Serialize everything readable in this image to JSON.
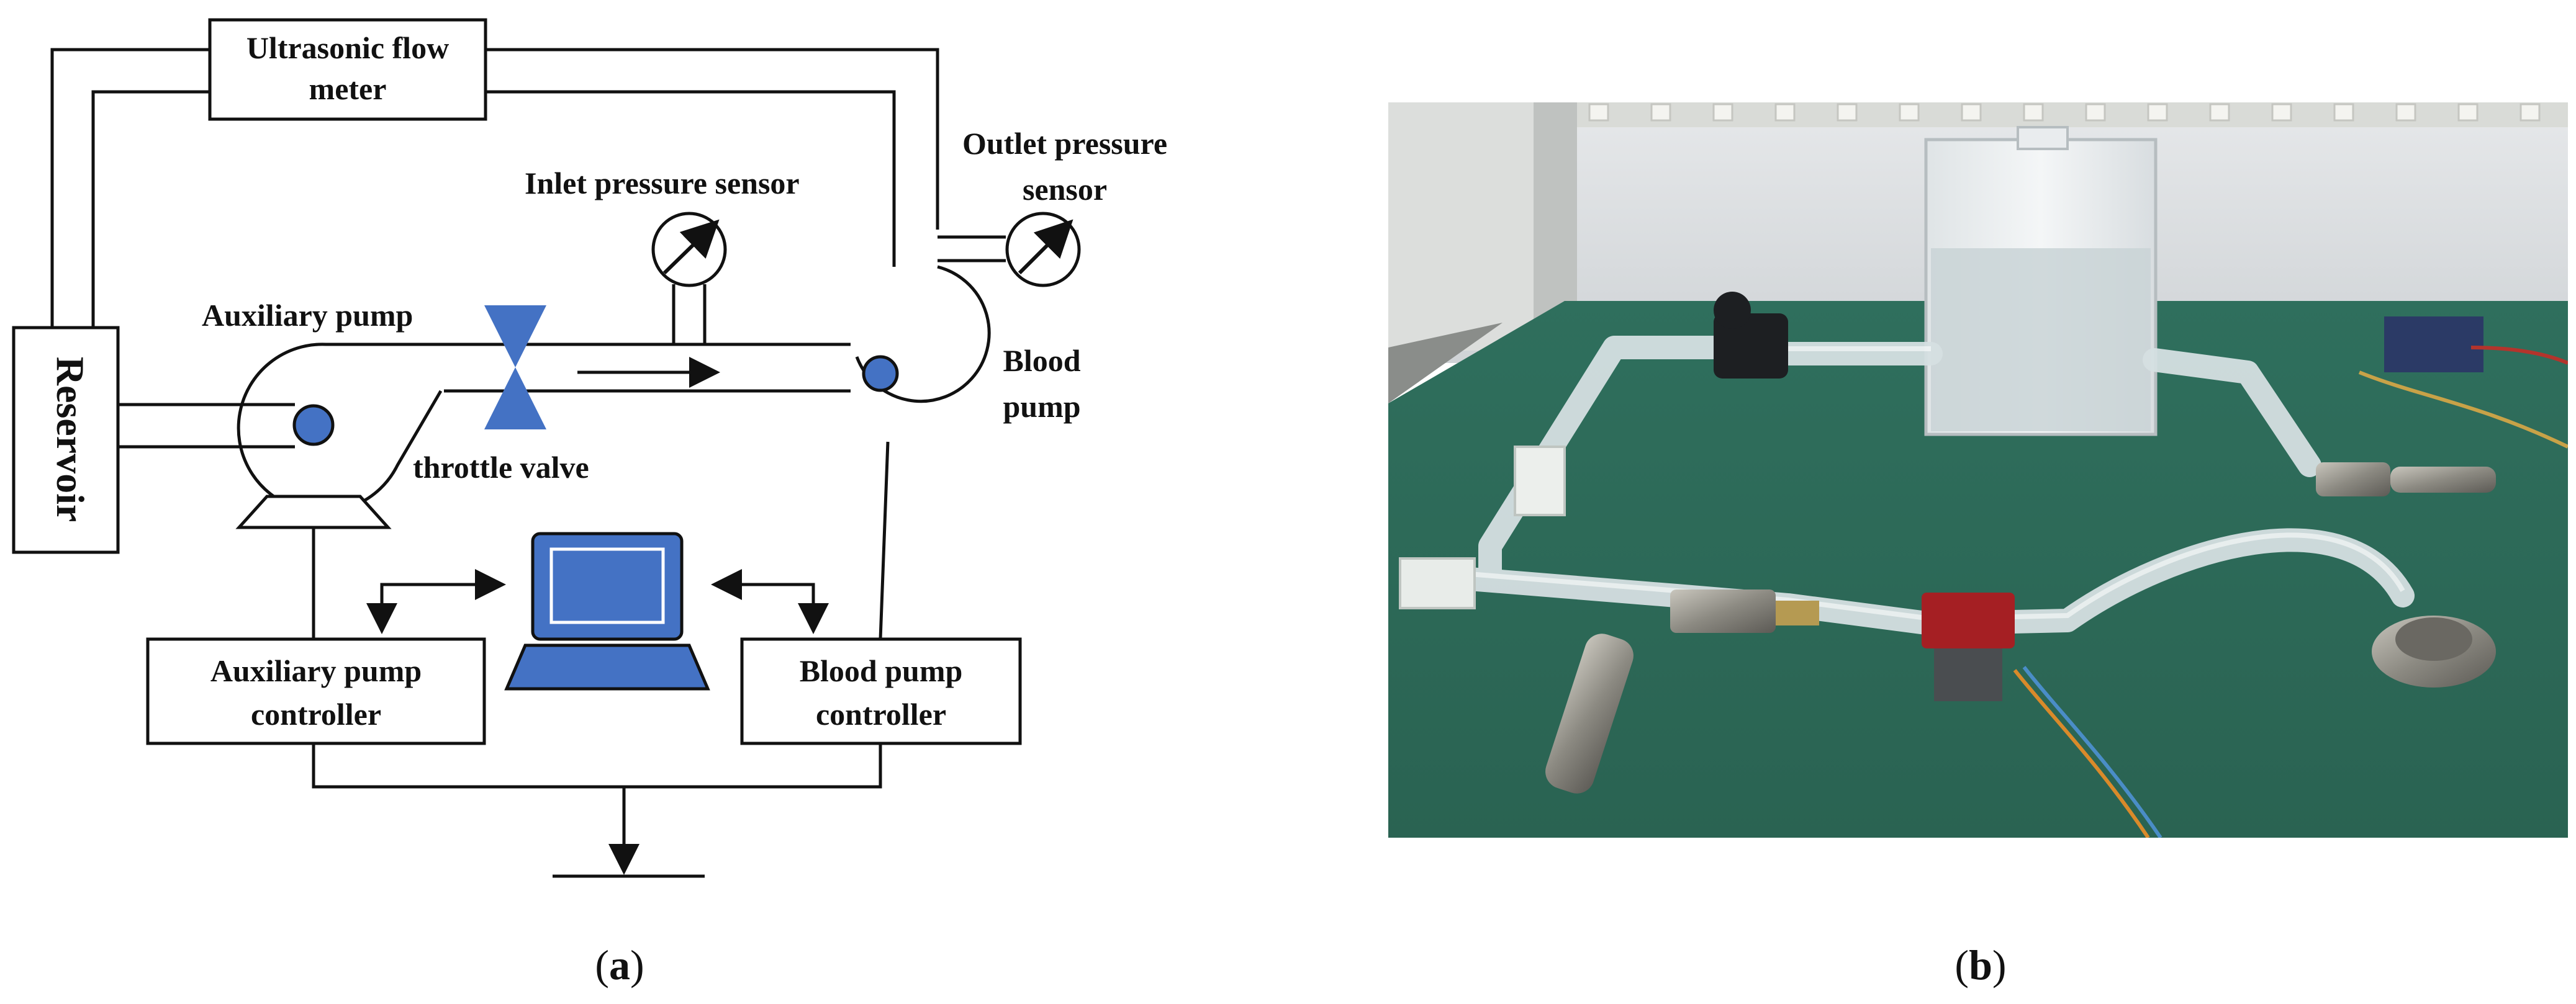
{
  "panel_a": {
    "flow_meter": [
      "Ultrasonic flow",
      "meter"
    ],
    "reservoir": "Reservoir",
    "aux_pump": "Auxiliary pump",
    "inlet_sensor": "Inlet pressure sensor",
    "outlet_sensor": [
      "Outlet pressure",
      "sensor"
    ],
    "blood_pump": [
      "Blood",
      "pump"
    ],
    "throttle": "throttle valve",
    "aux_ctrl": [
      "Auxiliary pump",
      "controller"
    ],
    "blood_ctrl": [
      "Blood pump",
      "controller"
    ],
    "caption_open": "(",
    "caption_letter": "a",
    "caption_close": ")"
  },
  "panel_b": {
    "caption_open": "(",
    "caption_letter": "b",
    "caption_close": ")"
  },
  "colors": {
    "accent": "#4472c4",
    "line": "#111111",
    "bench": "#2d6e5a"
  }
}
